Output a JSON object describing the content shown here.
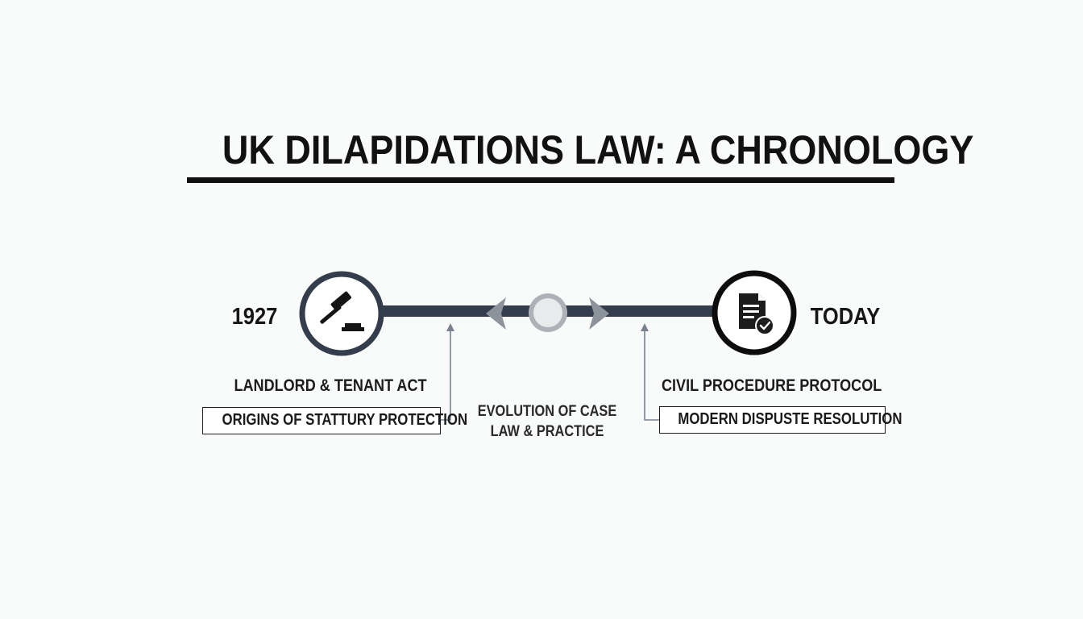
{
  "title": "UK DILAPIDATIONS LAW: A CHRONOLOGY",
  "timeline": {
    "start": {
      "year": "1927",
      "label": "LANDLORD & TENANT ACT",
      "box_text": "ORIGINS OF STATTURY PROTECTION",
      "icon": "gavel-icon"
    },
    "middle": {
      "line1": "EVOLUTION OF CASE",
      "line2": "LAW & PRACTICE"
    },
    "end": {
      "year": "TODAY",
      "label": "CIVIL PROCEDURE PROTOCOL",
      "box_text": "MODERN DISPUSTE RESOLUTION",
      "icon": "document-check-icon"
    }
  },
  "colors": {
    "line": "#333d4b",
    "start_ring": "#333d4b",
    "end_ring": "#0d0d0d",
    "connector": "#7a8290",
    "mid_node": "#b3b7bd"
  }
}
